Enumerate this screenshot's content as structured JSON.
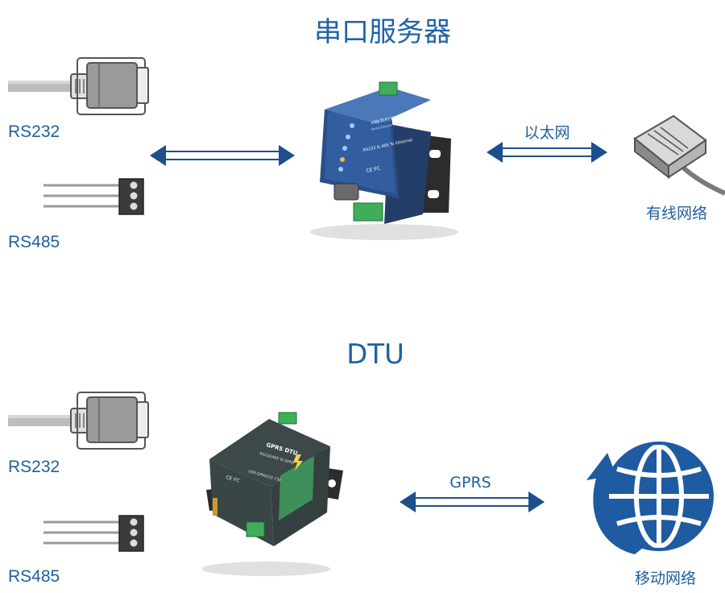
{
  "section1": {
    "title": "串口服务器",
    "rs232_label": "RS232",
    "rs485_label": "RS485",
    "arrow_label": "以太网",
    "network_label": "有线网络",
    "device_text": {
      "model": "USR-TCP232-410s",
      "name": "Serial Device Server",
      "desc": "RS232 & 485 To Ethernet",
      "marks": "CE FC"
    }
  },
  "section2": {
    "title": "DTU",
    "rs232_label": "RS232",
    "rs485_label": "RS485",
    "arrow_label": "GPRS",
    "network_label": "移动网络",
    "device_text": {
      "name": "GPRS DTU",
      "desc": "RS232/485 To GPRS",
      "model": "USR-GPRS232-730",
      "marks": "CE FC"
    }
  },
  "colors": {
    "brand_blue": "#1f62a6",
    "arrow_blue": "#1c4f8c",
    "device_blue": "#1e3f73",
    "device_dark": "#2f3a3a",
    "terminal_green": "#3fae5a"
  }
}
